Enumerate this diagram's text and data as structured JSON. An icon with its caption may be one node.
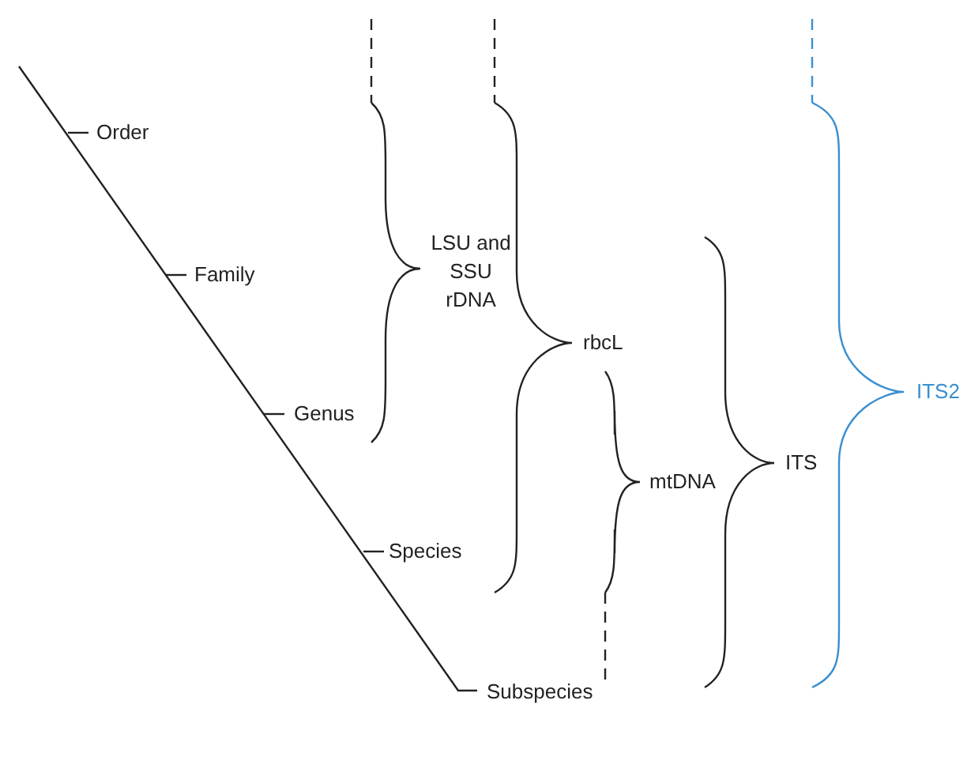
{
  "diagram": {
    "labels": [
      "Order",
      "Family",
      "Genus",
      "Species",
      "Subspecies",
      "LSU and SSU rDNA",
      "rbcL",
      "mtDNA",
      "ITS",
      "ITS2"
    ]
  }
}
